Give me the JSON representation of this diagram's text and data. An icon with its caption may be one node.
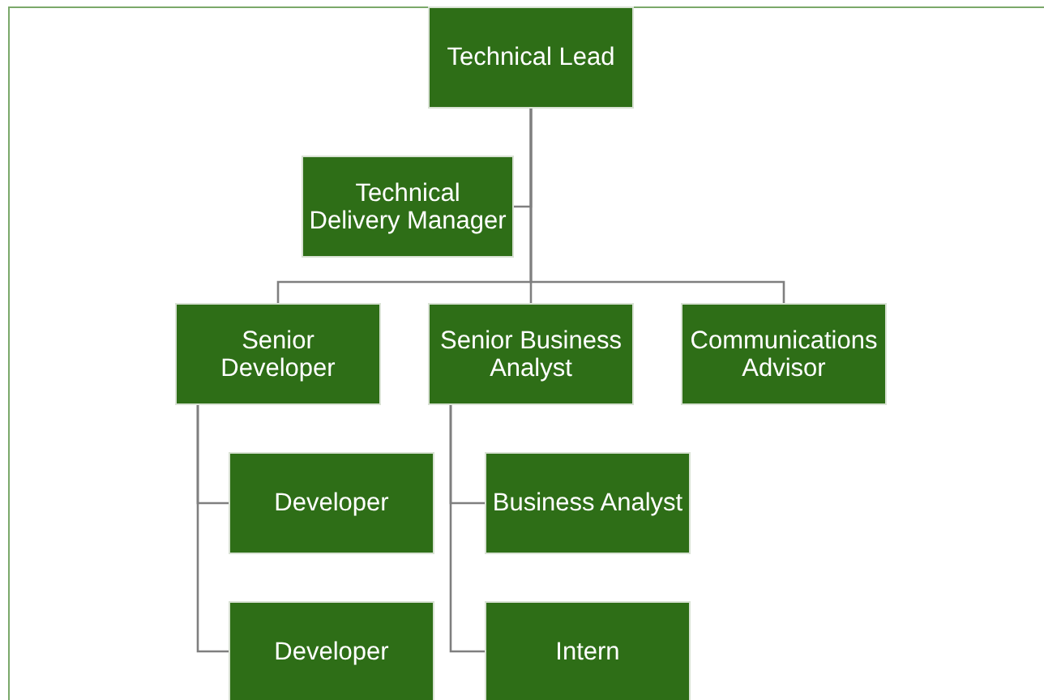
{
  "diagram": {
    "nodes": [
      {
        "text": [
          "Technical Lead"
        ]
      },
      {
        "text": [
          "Technical Delivery Manager"
        ]
      },
      {
        "text": [
          "Senior Developer"
        ]
      },
      {
        "text": [
          "Senior Business Analyst"
        ]
      },
      {
        "text": [
          "Communications Advisor"
        ]
      },
      {
        "text": [
          "Developer"
        ]
      },
      {
        "text": [
          "Developer"
        ]
      },
      {
        "text": [
          "Business Analyst"
        ]
      },
      {
        "text": [
          "Intern"
        ]
      }
    ],
    "edges": [
      {
        "from": 0,
        "to": 1,
        "arrow": "none"
      },
      {
        "from": 0,
        "to": 2,
        "arrow": "none"
      },
      {
        "from": 0,
        "to": 3,
        "arrow": "none"
      },
      {
        "from": 0,
        "to": 4,
        "arrow": "none"
      },
      {
        "from": 2,
        "to": 5,
        "arrow": "none"
      },
      {
        "from": 2,
        "to": 6,
        "arrow": "none"
      },
      {
        "from": 3,
        "to": 7,
        "arrow": "none"
      },
      {
        "from": 3,
        "to": 8,
        "arrow": "none"
      }
    ]
  }
}
